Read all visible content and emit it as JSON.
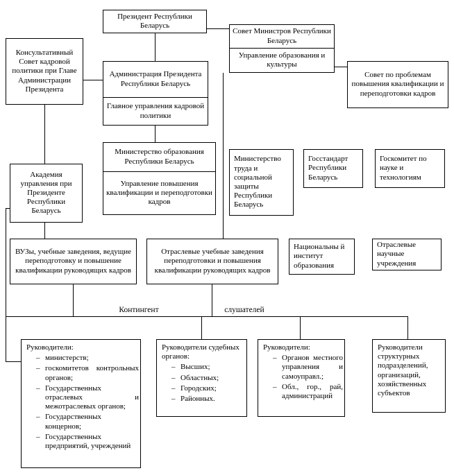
{
  "colors": {
    "border": "#000000",
    "background": "#ffffff",
    "text": "#000000"
  },
  "boxes": {
    "president": {
      "text": "Президент Республики Беларусь"
    },
    "sovmin": {
      "cell1": "Совет Министров Республики Беларусь",
      "cell2": "Управление образования и культуры"
    },
    "konsult": {
      "text": "Консультативный Совет кадровой политики при Главе Администрации Президента"
    },
    "admin": {
      "cell1": "Администрация Президента Республики Беларусь",
      "cell2": "Главное управления кадровой политики"
    },
    "sovet_probl": {
      "text": "Совет по проблемам повышения квалификации и переподготовки кадров"
    },
    "minobr": {
      "cell1": "Министерство образования Республики Беларусь",
      "cell2": "Управление повышения квалификации и переподготовки кадров"
    },
    "mintrud": {
      "text": "Министерство труда и социальной защиты Республики Беларусь"
    },
    "gosstandart": {
      "text": "Госстандарт Республики Беларусь"
    },
    "goskomitet": {
      "text": "Госкомитет по науке и технологиям"
    },
    "akademia": {
      "text": "Академия управления при Президенте Республики Беларусь"
    },
    "vuzy": {
      "text": "ВУЗы, учебные заведения, ведущие переподготовку и повышение квалификации руководящих кадров"
    },
    "otraslevye_uz": {
      "text": "Отраслевые учебные заведения переподготовки и повышения квалификации руководящих кадров"
    },
    "nats_institut": {
      "text": "Национальны й институт образования"
    },
    "otraslevye_nauch": {
      "text": "Отраслевые научные учреждения"
    },
    "ruk1": {
      "title": "Руководители:",
      "items": [
        "министерств;",
        "госкомитетов контрольных органов;",
        "Государственных отраслевых и межотраслевых органов;",
        "Государственных концернов;",
        "Государственных предприятий, учреждений"
      ]
    },
    "ruk2": {
      "title": "Руководители судебных органов:",
      "items": [
        "Высших;",
        "Областных;",
        "Городских;",
        "Районных."
      ]
    },
    "ruk3": {
      "title": "Руководители:",
      "items": [
        "Органов местного управления и самоуправл.;",
        "Обл., гор., рай, администраций"
      ]
    },
    "ruk4": {
      "text": "Руководители структурных подразделений, организаций, хозяйственных субъектов"
    }
  },
  "labels": {
    "kontingent": "Контингент",
    "slushateley": "слушателей"
  }
}
